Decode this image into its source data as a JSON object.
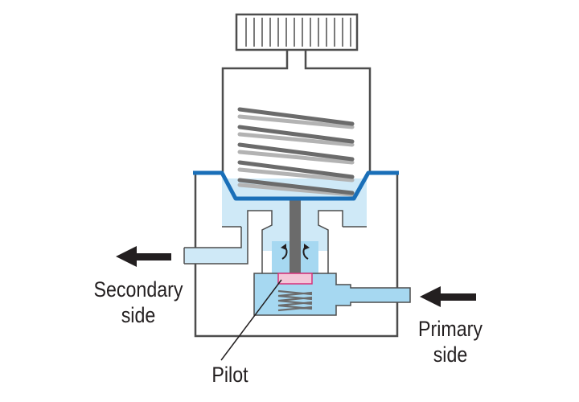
{
  "labels": {
    "secondary_side": [
      "Secondary",
      "side"
    ],
    "primary_side": [
      "Primary",
      "side"
    ],
    "pilot": "Pilot"
  },
  "colors": {
    "outline": "#4d4d4d",
    "diaphragm": "#1a6fb8",
    "fluid_light": "#cfe9f7",
    "fluid_chamber": "#a6d8f1",
    "spring_dark": "#6b6b6b",
    "spring_light": "#b3b3b3",
    "pilot_fill": "#f4c6d8",
    "pilot_stroke": "#d6317a",
    "arrow": "#231f20"
  },
  "icons": {
    "flow_in": "arrow-left-icon",
    "flow_out": "arrow-left-icon",
    "flow_curl": "curved-arrow-icon"
  }
}
